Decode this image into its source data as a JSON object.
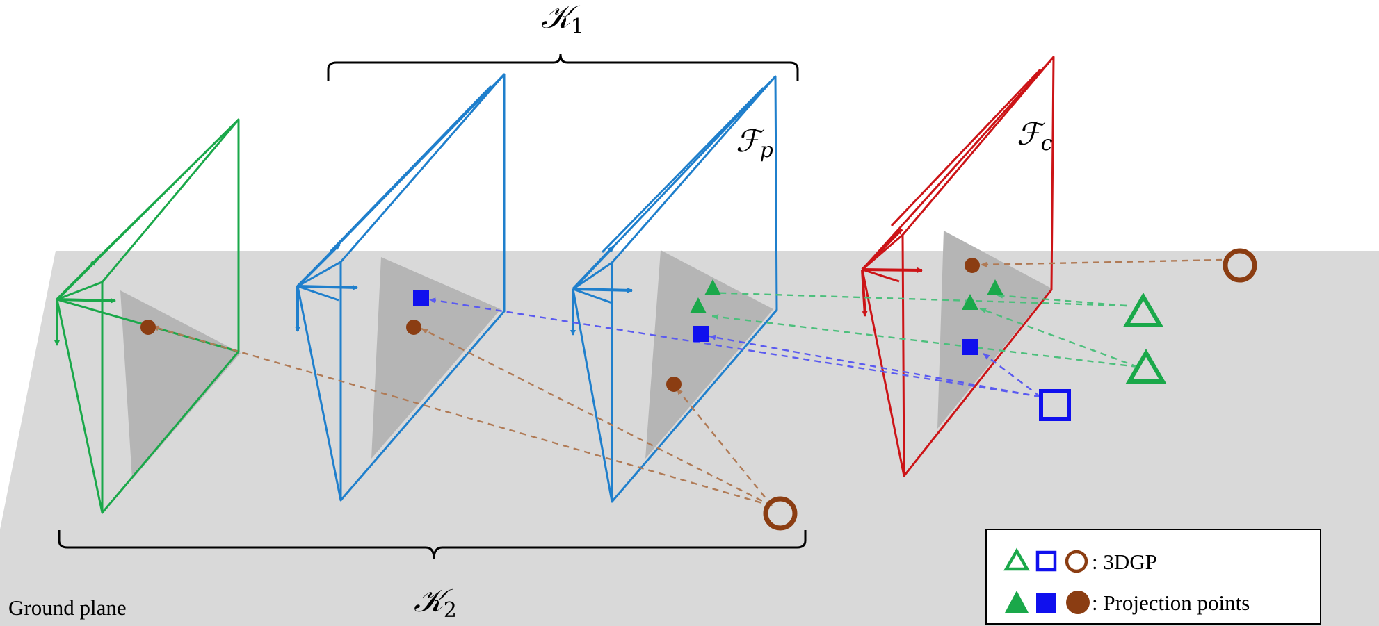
{
  "labels": {
    "k1": "𝒦",
    "k1_sub": "1",
    "k2": "𝒦",
    "k2_sub": "2",
    "fp": "ℱ",
    "fp_sub": "p",
    "fc": "ℱ",
    "fc_sub": "c",
    "ground_plane": "Ground plane"
  },
  "legend": {
    "gp_text": ": 3DGP",
    "proj_text": ": Projection points"
  },
  "colors": {
    "green": "#1aa84a",
    "blue": "#1f7fcc",
    "red": "#cc1417",
    "brown": "#8b3d12",
    "square_blue": "#1010ee",
    "ground": "#d9d9d9",
    "shadow": "#b5b5b5"
  }
}
